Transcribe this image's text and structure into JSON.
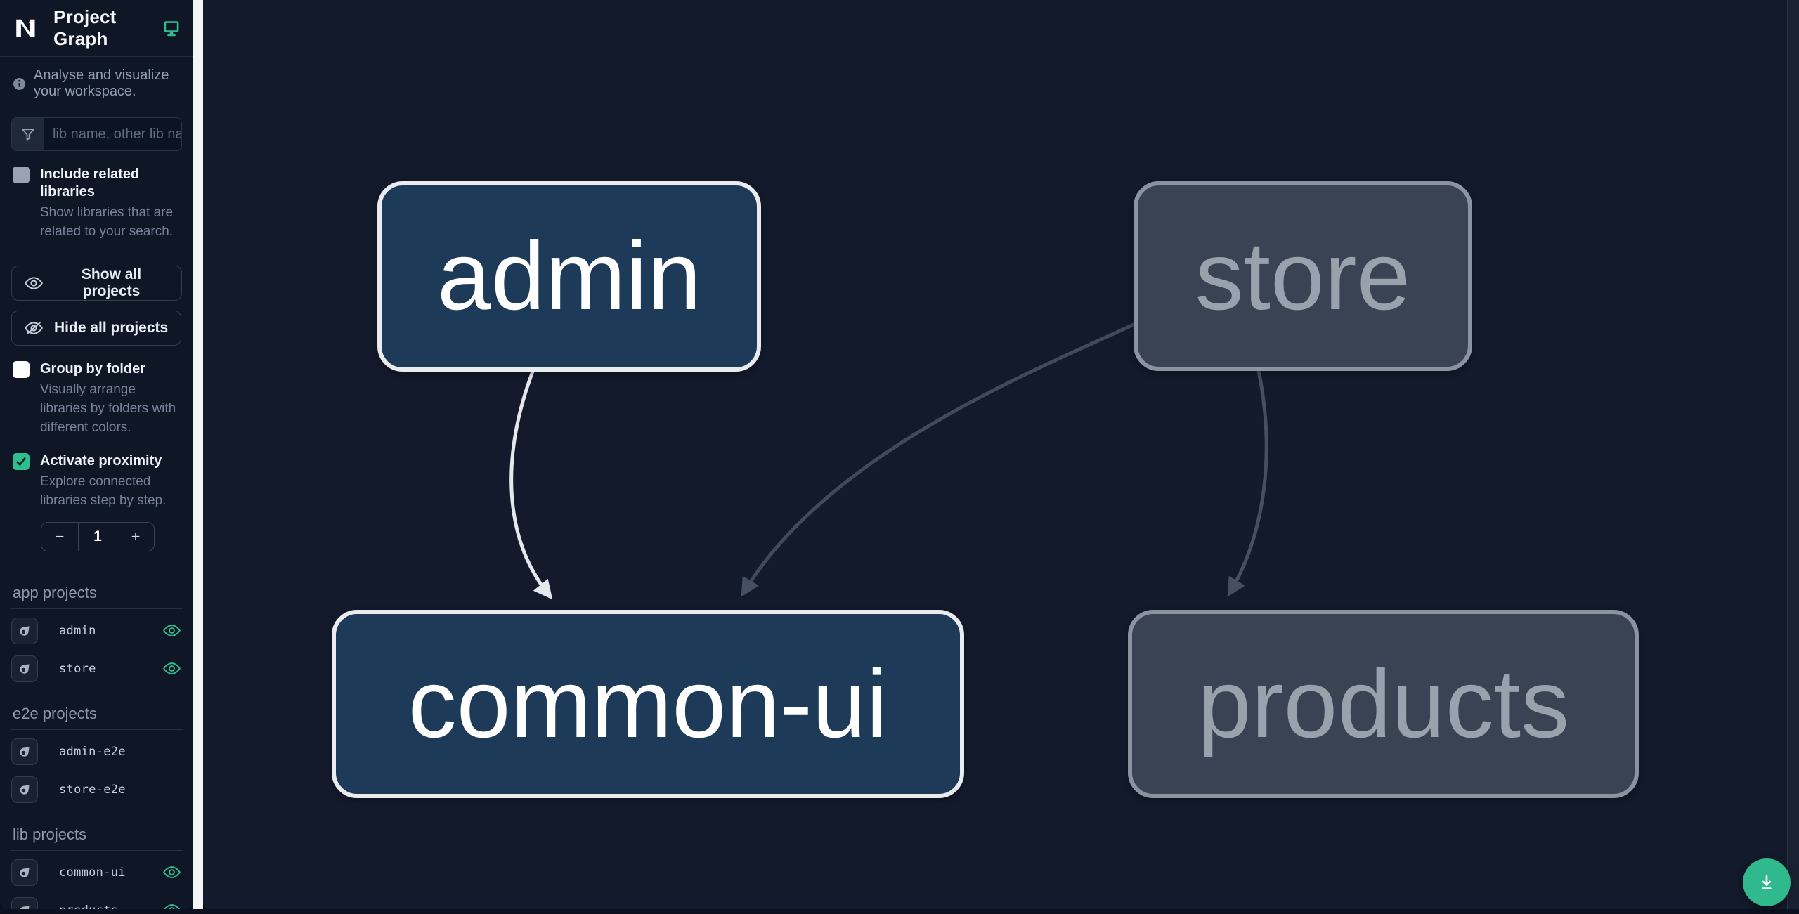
{
  "header": {
    "title": "Project Graph"
  },
  "sidebar": {
    "subtitle": "Analyse and visualize your workspace.",
    "search_placeholder": "lib name, other lib name",
    "include_related": {
      "label": "Include related libraries",
      "description": "Show libraries that are related to your search.",
      "checked": false
    },
    "show_all": "Show all projects",
    "hide_all": "Hide all projects",
    "group_by_folder": {
      "label": "Group by folder",
      "description": "Visually arrange libraries by folders with different colors.",
      "checked": false
    },
    "proximity": {
      "label": "Activate proximity",
      "description": "Explore connected libraries step by step.",
      "checked": true
    },
    "depth": {
      "decrement": "−",
      "value": "1",
      "increment": "+"
    },
    "sections": [
      {
        "title": "app projects",
        "items": [
          {
            "name": "admin",
            "visible": true
          },
          {
            "name": "store",
            "visible": true
          }
        ]
      },
      {
        "title": "e2e projects",
        "items": [
          {
            "name": "admin-e2e",
            "visible": false
          },
          {
            "name": "store-e2e",
            "visible": false
          }
        ]
      },
      {
        "title": "lib projects",
        "items": [
          {
            "name": "common-ui",
            "visible": true
          },
          {
            "name": "products",
            "visible": true
          }
        ]
      }
    ]
  },
  "graph": {
    "nodes": [
      {
        "id": "admin",
        "label": "admin",
        "state": "focused"
      },
      {
        "id": "store",
        "label": "store",
        "state": "faded"
      },
      {
        "id": "common-ui",
        "label": "common-ui",
        "state": "focused"
      },
      {
        "id": "products",
        "label": "products",
        "state": "faded"
      }
    ],
    "edges": [
      {
        "source": "admin",
        "target": "common-ui",
        "state": "focused"
      },
      {
        "source": "store",
        "target": "common-ui",
        "state": "faded"
      },
      {
        "source": "store",
        "target": "products",
        "state": "faded"
      }
    ]
  },
  "colors": {
    "accent": "#2fbe8e",
    "focused_node_fill": "#1d3a58",
    "focused_node_border": "#e9ebee",
    "faded_node_fill": "#3a4353",
    "faded_node_border": "#8b93a1",
    "focused_edge": "#e4e7eb",
    "faded_edge": "#454f61",
    "canvas_bg": "#131a2b",
    "sidebar_bg": "#0f1626"
  }
}
